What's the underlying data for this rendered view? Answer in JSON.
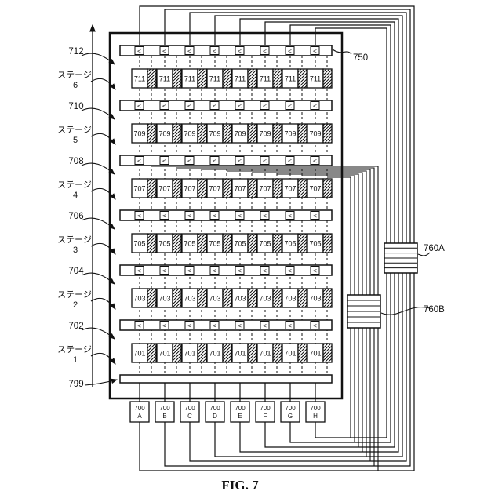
{
  "figure": {
    "caption": "FIG. 7"
  },
  "stage_word": "ステージ",
  "selector_char": "<",
  "stages": [
    {
      "num": "6",
      "bar": "712",
      "cell": "711"
    },
    {
      "num": "5",
      "bar": "710",
      "cell": "709"
    },
    {
      "num": "4",
      "bar": "708",
      "cell": "707"
    },
    {
      "num": "3",
      "bar": "706",
      "cell": "705"
    },
    {
      "num": "2",
      "bar": "704",
      "cell": "703"
    },
    {
      "num": "1",
      "bar": "702",
      "cell": "701"
    }
  ],
  "bottom_bar_label": "799",
  "input_box_number": "700",
  "input_columns": [
    "A",
    "B",
    "C",
    "D",
    "E",
    "F",
    "G",
    "H"
  ],
  "callouts": {
    "top_feedback": "750",
    "selector_a": "760A",
    "selector_b": "760B"
  }
}
